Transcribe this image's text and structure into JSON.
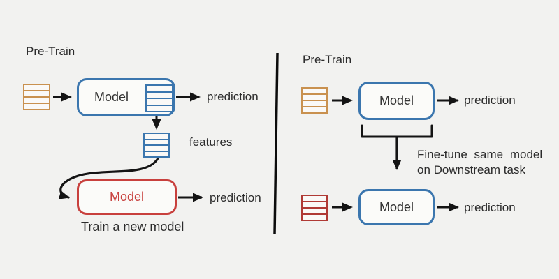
{
  "left": {
    "stage_label": "Pre-Train",
    "model_label": "Model",
    "prediction_label": "prediction",
    "features_label": "features",
    "new_model_label": "Model",
    "new_model_caption": "Train a new model",
    "new_prediction_label": "prediction"
  },
  "right": {
    "stage_label": "Pre-Train",
    "model_label": "Model",
    "prediction_label": "prediction",
    "finetune_note_line1": "Fine-tune same model",
    "finetune_note_line2": "on Downstream task",
    "finetuned_model_label": "Model",
    "finetuned_prediction_label": "prediction"
  },
  "icons": {
    "left_input": "stacked-rows-data-icon (orange)",
    "left_model_output": "stacked-rows-data-icon (blue)",
    "left_features": "stacked-rows-data-icon (blue)",
    "right_input_pretrain": "stacked-rows-data-icon (orange)",
    "right_input_downstream": "stacked-rows-data-icon (red)"
  },
  "colors": {
    "background": "#f2f2f0",
    "model_box_blue": "#3b76ae",
    "new_model_red": "#c8403d",
    "pretrain_data_orange": "#c9914f",
    "downstream_data_red": "#b03a35",
    "arrow_black": "#141414",
    "text_dark": "#2b2b2b"
  }
}
